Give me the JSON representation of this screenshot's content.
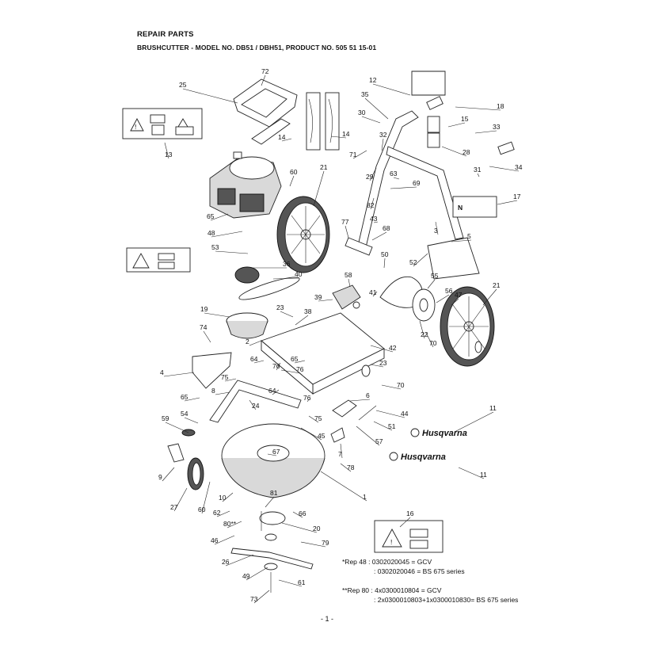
{
  "header": {
    "title": "REPAIR PARTS",
    "subtitle": "BRUSHCUTTER - MODEL NO. DB51 / DBH51, PRODUCT NO. 505 51 15-01"
  },
  "callouts": [
    "72",
    "25",
    "12",
    "35",
    "18",
    "30",
    "15",
    "33",
    "32",
    "28",
    "13",
    "14",
    "14",
    "71",
    "29",
    "63",
    "69",
    "60",
    "21",
    "34",
    "31",
    "65",
    "17",
    "48",
    "77",
    "82",
    "43",
    "68",
    "3",
    "5",
    "53",
    "36",
    "50",
    "52",
    "40",
    "55",
    "58",
    "41",
    "56",
    "47",
    "21",
    "39",
    "19",
    "38",
    "23",
    "74",
    "22",
    "70",
    "2",
    "65",
    "42",
    "64",
    "76",
    "23",
    "4",
    "76",
    "75",
    "70",
    "8",
    "65",
    "64",
    "76",
    "6",
    "44",
    "24",
    "75",
    "54",
    "59",
    "51",
    "45",
    "11",
    "57",
    "67",
    "7",
    "78",
    "11",
    "9",
    "1",
    "27",
    "60",
    "10",
    "62",
    "81",
    "66",
    "16",
    "80**",
    "20",
    "46",
    "79",
    "26",
    "49",
    "61",
    "73"
  ],
  "brand": {
    "name": "Husqvarna"
  },
  "notes": {
    "rep48_line1": "*Rep 48 : 0302020045 = GCV",
    "rep48_line2": ": 0302020046 = BS 675 series",
    "rep80_line1": "**Rep 80 : 4x0300010804 = GCV",
    "rep80_line2": ": 2x0300010803+1x0300010830= BS 675 series"
  },
  "footer": {
    "page": "- 1 -"
  }
}
